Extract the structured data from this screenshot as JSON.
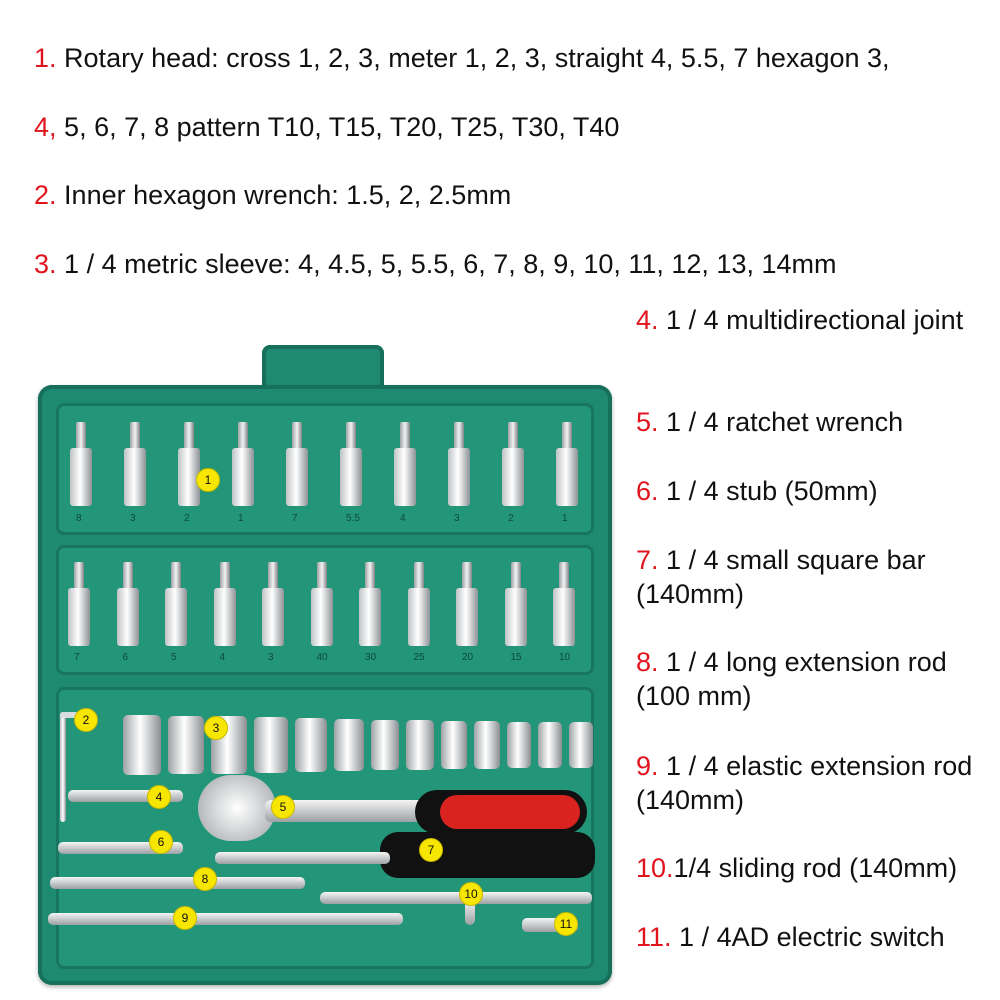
{
  "top_lines": [
    {
      "num": "1.",
      "text": "Rotary head: cross 1, 2, 3, meter 1, 2, 3, straight 4, 5.5, 7 hexagon 3,"
    },
    {
      "num": "4,",
      "text": "5, 6, 7, 8 pattern T10, T15, T20, T25, T30, T40"
    },
    {
      "num": "2.",
      "text": "Inner hexagon wrench: 1.5, 2, 2.5mm"
    },
    {
      "num": "3.",
      "text": "1 / 4 metric sleeve: 4, 4.5, 5, 5.5, 6, 7, 8, 9, 10, 11, 12, 13, 14mm"
    }
  ],
  "right_items": [
    {
      "num": "4.",
      "text": "1 / 4 multidirectional joint"
    },
    {
      "num": "5.",
      "text": "1 / 4 ratchet wrench"
    },
    {
      "num": "6.",
      "text": "1 / 4 stub (50mm)"
    },
    {
      "num": "7.",
      "text": "1 / 4 small square bar (140mm)"
    },
    {
      "num": "8.",
      "text": "1 / 4 long extension rod (100 mm)"
    },
    {
      "num": "9.",
      "text": "1 / 4 elastic extension rod (140mm)"
    },
    {
      "num": "10.",
      "text": "1/4 sliding rod (140mm)"
    },
    {
      "num": "11.",
      "text": "1 / 4AD electric switch"
    }
  ],
  "bit_labels_top": [
    "8",
    "3",
    "2",
    "1",
    "7",
    "5.5",
    "4",
    "3",
    "2",
    "1"
  ],
  "bit_labels_bottom": [
    "7",
    "6",
    "5",
    "4",
    "3",
    "40",
    "30",
    "25",
    "20",
    "15",
    "10"
  ],
  "badges": [
    "1",
    "2",
    "3",
    "4",
    "5",
    "6",
    "7",
    "8",
    "9",
    "10",
    "11"
  ],
  "colors": {
    "number_red": "#e0141c",
    "case_green": "#1f8a72",
    "badge_yellow": "#f6e600"
  }
}
